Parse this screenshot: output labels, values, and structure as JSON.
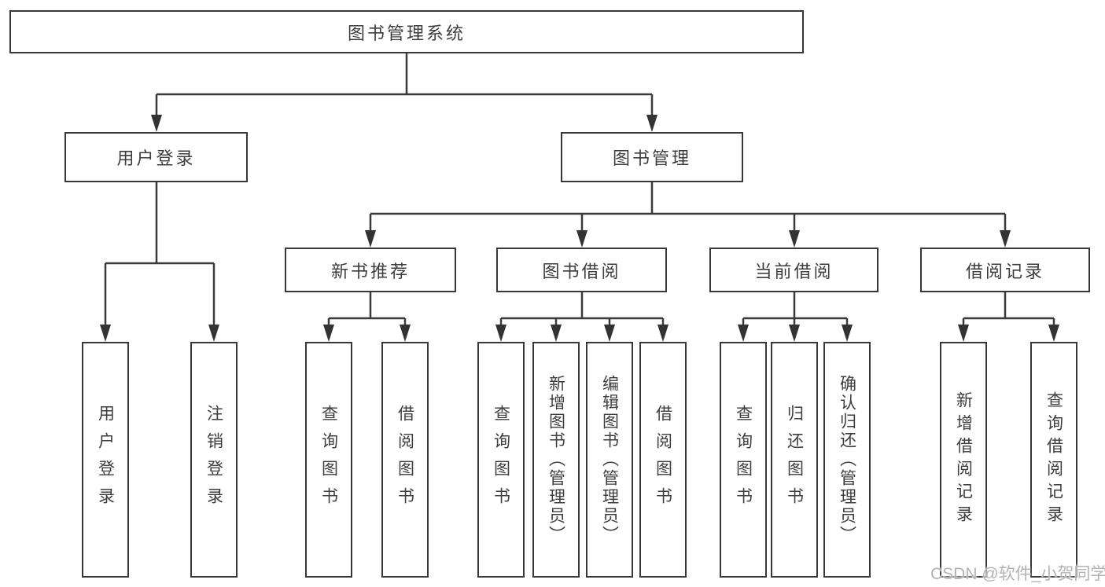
{
  "diagram": {
    "root": {
      "label": "图书管理系统"
    },
    "level1": [
      {
        "label": "用户登录"
      },
      {
        "label": "图书管理"
      }
    ],
    "level2": [
      {
        "label": "新书推荐",
        "parent": "图书管理"
      },
      {
        "label": "图书借阅",
        "parent": "图书管理"
      },
      {
        "label": "当前借阅",
        "parent": "图书管理"
      },
      {
        "label": "借阅记录",
        "parent": "图书管理"
      }
    ],
    "leaves": [
      {
        "label": "用户登录",
        "parent": "用户登录"
      },
      {
        "label": "注销登录",
        "parent": "用户登录"
      },
      {
        "label": "查询图书",
        "parent": "新书推荐"
      },
      {
        "label": "借阅图书",
        "parent": "新书推荐"
      },
      {
        "label": "查询图书",
        "parent": "图书借阅"
      },
      {
        "label": "新增图书（管理员）",
        "parent": "图书借阅"
      },
      {
        "label": "编辑图书（管理员）",
        "parent": "图书借阅"
      },
      {
        "label": "借阅图书",
        "parent": "图书借阅"
      },
      {
        "label": "查询图书",
        "parent": "当前借阅"
      },
      {
        "label": "归还图书",
        "parent": "当前借阅"
      },
      {
        "label": "确认归还（管理员）",
        "parent": "当前借阅"
      },
      {
        "label": "新增借阅记录",
        "parent": "借阅记录"
      },
      {
        "label": "查询借阅记录",
        "parent": "借阅记录"
      }
    ]
  },
  "watermark": {
    "text": "CSDN @软件_小贺同学"
  },
  "colors": {
    "line": "#3a3a3a",
    "border": "#383838",
    "text": "#3d3d3d",
    "watermark": "#b3b3b3",
    "background": "#ffffff"
  }
}
